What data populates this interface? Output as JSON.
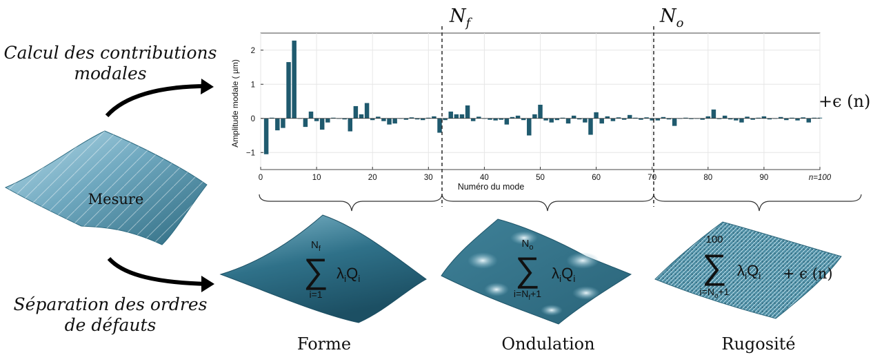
{
  "texts": {
    "calc_line1": "Calcul des contributions",
    "calc_line2": "modales",
    "sep_line1": "Séparation des ordres",
    "sep_line2": "de défauts",
    "mesure": "Mesure",
    "nf": "N",
    "nf_sub": "f",
    "no": "N",
    "no_sub": "o",
    "epsilon": "+ϵ (n)"
  },
  "captions": {
    "forme": "Forme",
    "ondulation": "Ondulation",
    "rugosite": "Rugosité"
  },
  "formulas": {
    "forme": {
      "upper": "N",
      "upper_sub": "f",
      "lower": "i=1",
      "body": "λ",
      "body_sub": "i",
      "body2": "Q",
      "body2_sub": "i"
    },
    "ondulation": {
      "upper": "N",
      "upper_sub": "o",
      "lower": "i=N",
      "lower_sub": "f",
      "lower_tail": "+1",
      "body": "λ",
      "body_sub": "i",
      "body2": "Q",
      "body2_sub": "i"
    },
    "rugosite": {
      "upper": "100",
      "lower": "i=N",
      "lower_sub": "o",
      "lower_tail": "+1",
      "body": "λ",
      "body_sub": "i",
      "body2": "Q",
      "body2_sub": "i",
      "tail": "+ ϵ (n)"
    }
  },
  "colors": {
    "bar": "#1f5a6e",
    "surface": "#2e6e83",
    "axis": "#222222",
    "grid": "#e6e6e6"
  },
  "chart_data": {
    "type": "bar",
    "title": "",
    "xlabel": "Numéro du mode",
    "ylabel": "Amplitude modale ( µm)",
    "xlim": [
      0,
      100
    ],
    "ylim": [
      -1.5,
      2.5
    ],
    "xticks": [
      "0",
      "10",
      "20",
      "30",
      "40",
      "50",
      "60",
      "70",
      "80",
      "90",
      "n=100"
    ],
    "yticks": [
      "−1",
      "0",
      "1",
      "2"
    ],
    "grid": true,
    "thresholds": [
      32.5,
      70.5
    ],
    "x": [
      1,
      2,
      3,
      4,
      5,
      6,
      7,
      8,
      9,
      10,
      11,
      12,
      13,
      14,
      15,
      16,
      17,
      18,
      19,
      20,
      21,
      22,
      23,
      24,
      25,
      26,
      27,
      28,
      29,
      30,
      31,
      32,
      33,
      34,
      35,
      36,
      37,
      38,
      39,
      40,
      41,
      42,
      43,
      44,
      45,
      46,
      47,
      48,
      49,
      50,
      51,
      52,
      53,
      54,
      55,
      56,
      57,
      58,
      59,
      60,
      61,
      62,
      63,
      64,
      65,
      66,
      67,
      68,
      69,
      70,
      71,
      72,
      73,
      74,
      75,
      76,
      77,
      78,
      79,
      80,
      81,
      82,
      83,
      84,
      85,
      86,
      87,
      88,
      89,
      90,
      91,
      92,
      93,
      94,
      95,
      96,
      97,
      98,
      99,
      100
    ],
    "values": [
      -1.05,
      0.02,
      -0.35,
      -0.28,
      1.65,
      2.28,
      0.0,
      -0.25,
      0.2,
      -0.08,
      -0.33,
      -0.12,
      0.02,
      0.0,
      -0.03,
      -0.38,
      0.36,
      0.12,
      0.45,
      -0.05,
      0.05,
      -0.08,
      -0.18,
      -0.15,
      0.0,
      -0.04,
      0.03,
      -0.03,
      -0.05,
      0.02,
      0.06,
      -0.42,
      -0.05,
      0.2,
      0.12,
      0.12,
      0.38,
      -0.08,
      0.05,
      0.0,
      -0.04,
      -0.06,
      -0.04,
      -0.18,
      0.04,
      0.08,
      -0.05,
      -0.5,
      0.12,
      0.4,
      -0.06,
      -0.12,
      -0.05,
      0.02,
      -0.15,
      0.08,
      -0.03,
      -0.12,
      -0.48,
      0.18,
      -0.15,
      0.06,
      -0.08,
      0.03,
      -0.04,
      0.1,
      0.02,
      -0.04,
      0.03,
      -0.06,
      -0.06,
      0.04,
      -0.03,
      -0.22,
      0.0,
      0.02,
      -0.02,
      0.0,
      -0.04,
      0.06,
      0.26,
      -0.02,
      0.08,
      -0.03,
      -0.06,
      -0.12,
      0.05,
      -0.04,
      0.02,
      0.06,
      -0.03,
      0.0,
      0.04,
      -0.05,
      0.02,
      -0.06,
      0.03,
      -0.12,
      0.02,
      0.02
    ]
  }
}
